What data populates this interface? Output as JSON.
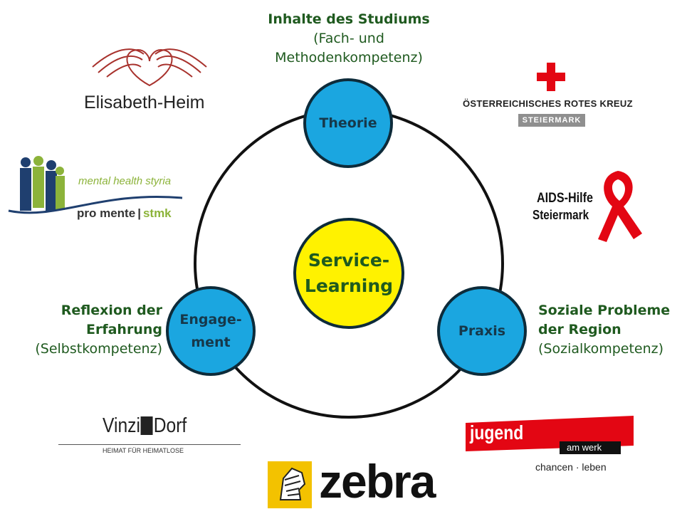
{
  "diagram": {
    "center": {
      "line1": "Service-",
      "line2": "Learning"
    },
    "nodes": {
      "theorie": "Theorie",
      "engagement_line1": "Engage-",
      "engagement_line2": "ment",
      "praxis": "Praxis"
    },
    "labels": {
      "top": {
        "title": "Inhalte des Studiums",
        "line2": "(Fach- und",
        "line3": "Methodenkompetenz)"
      },
      "left": {
        "line1": "Reflexion der",
        "line2": "Erfahrung",
        "line3": "(Selbstkompetenz)"
      },
      "right": {
        "line1": "Soziale Probleme",
        "line2": "der Region",
        "line3": "(Sozialkompetenz)"
      }
    }
  },
  "logos": {
    "elisabeth_heim": "Elisabeth-Heim",
    "rotes_kreuz": {
      "name": "ÖSTERREICHISCHES ROTES KREUZ",
      "region": "STEIERMARK"
    },
    "pro_mente": {
      "tagline": "mental health styria",
      "name_a": "pro mente",
      "name_b": "stmk"
    },
    "aids_hilfe": {
      "line1": "AIDS-Hilfe",
      "line2": "Steiermark"
    },
    "vinzidorf": {
      "name_a": "Vinzi",
      "name_b": "Dorf",
      "tagline": "HEIMAT FÜR HEIMATLOSE"
    },
    "zebra": "zebra",
    "jugend": {
      "name": "jugend",
      "suffix": "am werk",
      "tagline": "chancen · leben"
    }
  },
  "colors": {
    "node_fill": "#1ba6e0",
    "center_fill": "#fff200",
    "label_green": "#1f5a1f",
    "red": "#e30613"
  }
}
